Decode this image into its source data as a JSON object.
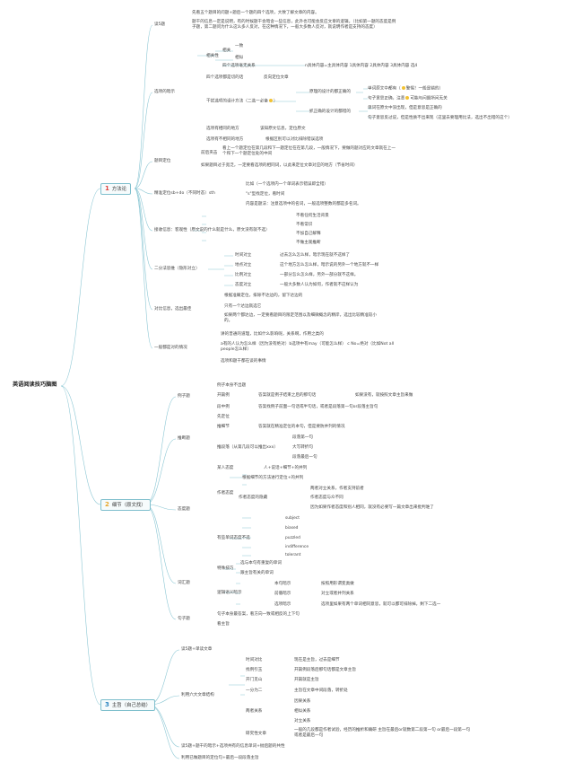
{
  "root": "英语阅读技巧脑图",
  "branches": [
    {
      "num": "1",
      "label": "方法论"
    },
    {
      "num": "2",
      "label": "细节（原文找）"
    },
    {
      "num": "3",
      "label": "主旨（自己总结）"
    }
  ],
  "m": {
    "read_q": "读5题",
    "read_q_1": "先看五个题目的问题+题后一个题的四个选项，大致了解文章的内容。",
    "read_q_2": "题干的信息一定是说明，有的时候题干会暗含一些信息，此外也可能会反应文章的逻辑。（比如第一题的态度是例子题，第二题问为什么这么多人反对，在这种情况下，一般大多数人反对，就说明作者是支持的态度）",
    "option_hint": "选项的暗示",
    "relevance": "相关性",
    "similar": "相关",
    "consistent": "一致",
    "similar2": "相似",
    "four_unrelated": "四个选项毫无关系",
    "four_formula": "n具体内容=主具体内容 1具体内容 2具体内容 3具体内容 选4",
    "four_opposite": "四个选项都是切的话",
    "opposite_ans": "反向定位文章",
    "design": "干扰选项的设计方法（二选一必备",
    "design_wrong": "原理的设计的都正确的",
    "design_w1": "单词原文中都有（",
    "design_w1b": "警惕！一般是错的）",
    "design_w2": "句子意思正确，注意",
    "design_w2b": "可能与问题所问无关",
    "design_right": "抓正确的设计的都错的",
    "design_r1": "单词在原文中没出现，但是意思是正确的",
    "design_r2": "句子意思反过说，但是性质不出来现（这里去要理用比法，选出不出错的这个）",
    "same_option": "选项有相同的地方",
    "same_note": "该知原文信息，定位原文",
    "diff_option": "选项有不相同的地方",
    "diff_note": "根据区别可以对比排除错误选项",
    "title_locate": "题目定位",
    "before_after": "前后夹击",
    "ba_1": "看上一个题定位在第几段和下一题定位在在第几段，一般情况下，要做的题对应的文章就在上一个和下一个题定位处的中间",
    "ba_2": "如果题目过于宽泛，一定要看选项的相同词，以此来定位文章对应的地方（节省时间）",
    "precise": "精准定位sb+do（不同时态）sth",
    "precise_1": "比如（一个选项内一个单词表示错误即全错）",
    "precise_2": "\"s\"型找定位，看时间",
    "precise_3": "内容是题法：注意选项中的名词，一般选项整数的都是多名词。",
    "accept": "接收信息：客观性（原文说的什么就是什么，原文没有就不选）",
    "accept_1": "不看任何生活背景",
    "accept_2": "不看常识",
    "accept_3": "不加自己解释",
    "accept_4": "不做主观推断",
    "binary": "二分法思维（隐形对立）",
    "bin_time": "时间对立",
    "bin_time_n": "过去怎么怎么样，暗示现在就不这样了",
    "bin_place": "地点对立",
    "bin_place_n": "这个地方怎么怎么样，暗示说的另外一个地方就不一样",
    "bin_part": "比例对立",
    "bin_part_n": "一部分怎么怎么样，另外一部分就不这样。",
    "bin_attitude": "态度对立",
    "bin_attitude_n": "一般大多数人认为如何，作者就不这样认为",
    "info_pick": "对比信息，选出最佳",
    "info_1": "根据准确定位，排除不达边的，留下达边的",
    "info_2": "只有一个达边就选它",
    "info_3": "如果两个都达边，一定要看题目的限定范围以及细微概念的精岸，选出比较精准较小的。",
    "general": "一般都是对的情况",
    "gen_1": "讲的普通的道理，比如什么影响呢，关系啊，作用之类的",
    "gen_2": "a有的人认为怎么样（因为没有绝对）b选项中有may（可能怎么样） c No=绝对（比如Not all people怎么样）",
    "gen_3": "选项和题干都在谈的事情",
    "example": "例子题",
    "ex_self": "例子本身不出题",
    "ex_before": "开篇例",
    "ex_before_n": "答案就是例子结束之后的那句话",
    "ex_before_n2": "如果没有，就按照文章主旨来做",
    "ex_mid": "段中例",
    "ex_mid_n": "答案找例子前面一句话或半句话，或者是段落第一句or段落主旨句",
    "infer": "推断题",
    "inf_1": "先定位",
    "inf_detail": "推细节",
    "inf_detail_n": "答案就在精准定位的本句，但是要防并列的情况",
    "inf_para": "推段落（从第几段可以推出xxx）",
    "inf_para_1": "段落第一句",
    "inf_para_2": "大写转折句",
    "inf_para_3": "段落最后一句",
    "attitude_q": "态度题",
    "att_who": "某人态度",
    "att_who_n": "人+说话+细节+的并列",
    "att_author": "作者态度",
    "att_author_1": "根据细节的方法进行定位+的并列",
    "att_hidden": "作者态度的隐藏",
    "att_hidden_1": "两者对立关系，作者支持前者",
    "att_hidden_2": "作者态度与众不同",
    "att_hidden_3": "因为如果作者态度和别人相同，就没有必要写一篇文章出来批判谁了",
    "att_words": "有些单词态度不选",
    "att_w1": "subject",
    "att_w2": "biased",
    "att_w3": "puzzled",
    "att_w4": "indifference",
    "att_w5": "tolerant",
    "vocab": "词汇题",
    "voc_tip": "特殊技巧",
    "voc_tip_1": "选与本句有重复的单词",
    "voc_tip_2": "跟主旨有关的单词",
    "voc_logic": "逻辑语义暗示",
    "voc_l1": "本句暗示",
    "voc_l1_n": "按照用形谓变类做",
    "voc_l2": "前循暗示",
    "voc_l2_n": "对立或者并列关系",
    "voc_l3": "选项暗示",
    "voc_l3_n": "选项里如果有两个单词相同意思，就可以都可排除掉。剩下二选一",
    "sentence": "句子题",
    "sen_1": "句子本身最答案，看方向一致或相反的上下句",
    "sen_2": "看主旨",
    "main_1": "读5题+单读文章",
    "main_structure": "利用六大文章结构",
    "ms_time": "时间对比",
    "ms_time_n": "现在是主旨，过去是细节",
    "ms_quote": "找例引玉",
    "ms_quote_n": "开篇例段落后那句话都是文章主旨",
    "ms_open": "开门见山",
    "ms_open_n": "开篇就是主旨",
    "ms_split": "一分为二",
    "ms_split_n": "主旨在文章中间段落，转折处",
    "ms_relation": "两者关系",
    "ms_rel_1": "因果关系",
    "ms_rel_2": "相似关系",
    "ms_rel_3": "对立关系",
    "ms_research": "研究性文章",
    "ms_research_n": "一般的几段都是作者试验，经历的推析和确研 主旨在最后or就数第二段第一句 or最后一段第一句或者是最后一句",
    "main_2": "读5题+题干的暗示+选项共有的信息单词+抛后题的共性",
    "main_3": "利用已做题目的定位句+最后一段段落主旨"
  }
}
